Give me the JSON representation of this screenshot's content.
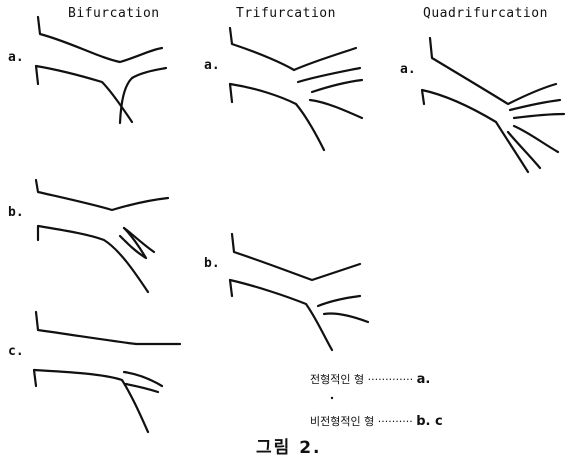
{
  "headers": {
    "bifurcation": "Bifurcation",
    "trifurcation": "Trifurcation",
    "quadrifurcation": "Quadrifurcation"
  },
  "labels": {
    "bif_a": "a.",
    "bif_b": "b.",
    "bif_c": "c.",
    "tri_a": "a.",
    "tri_b": "b.",
    "quad_a": "a."
  },
  "legend": {
    "typical_label": "전형적인 형",
    "typical_dots": "·············",
    "typical_value": "a.",
    "atypical_label": "비전형적인 형",
    "atypical_dots": "··········",
    "atypical_value": "b. c"
  },
  "caption": "그림 2."
}
